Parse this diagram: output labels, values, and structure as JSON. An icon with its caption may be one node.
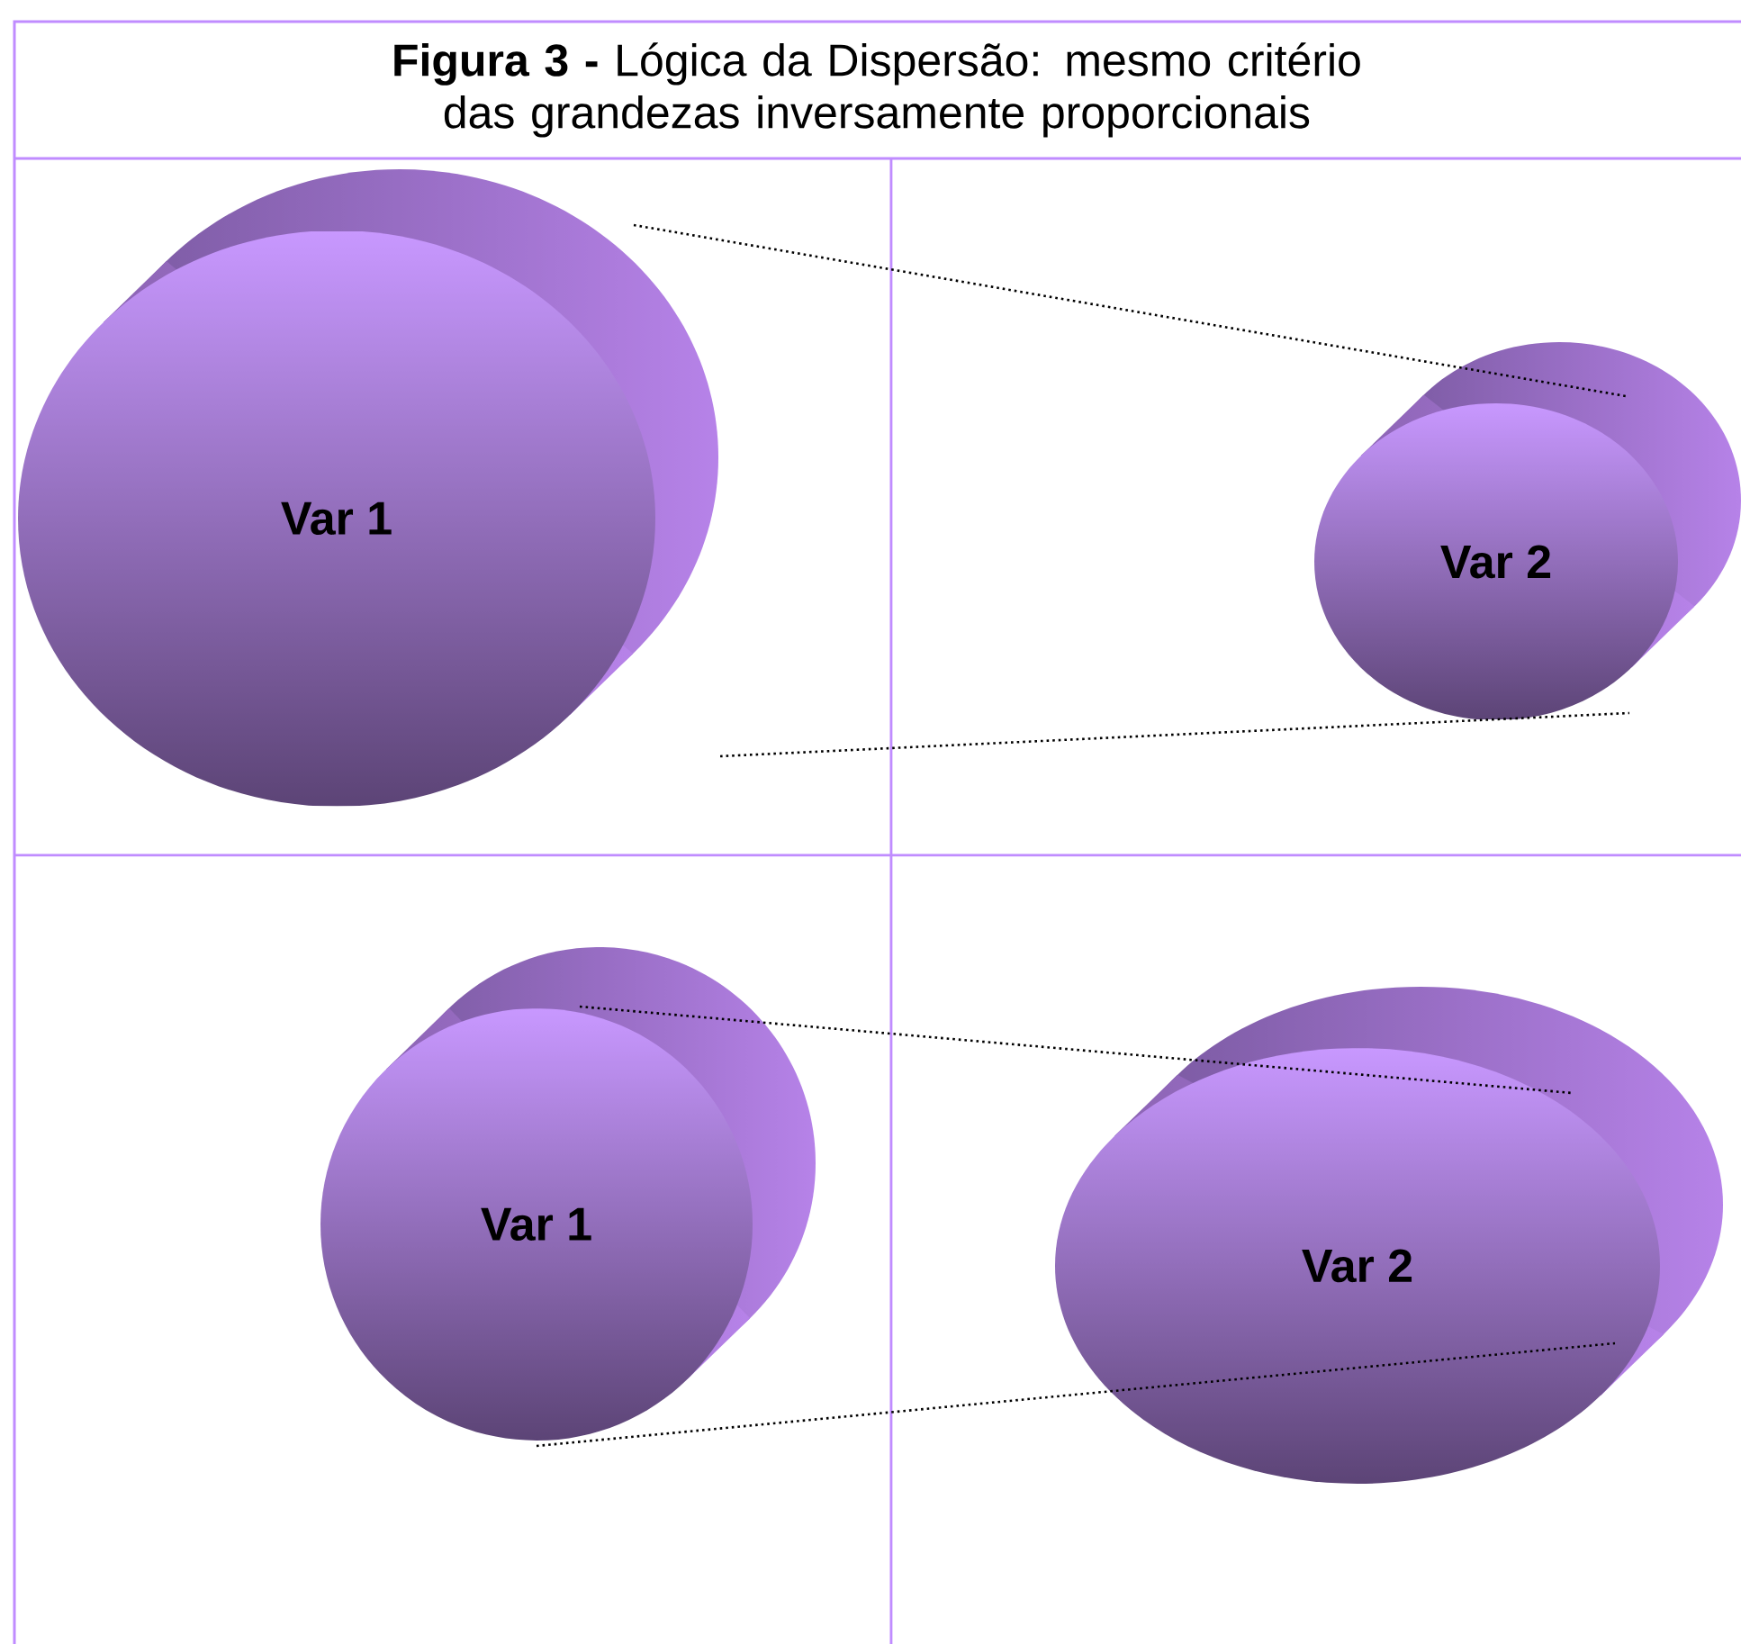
{
  "diagram": {
    "title": "**Figura 3 -** Lógica da Dispersão: mesmo critério das grandezas inversamente proporcionais",
    "nodes": [
      {
        "text": [
          "Var 1"
        ]
      },
      {
        "text": [
          "Var 2"
        ]
      },
      {
        "text": [
          "Var 1"
        ]
      },
      {
        "text": [
          "Var 2"
        ]
      }
    ]
  }
}
